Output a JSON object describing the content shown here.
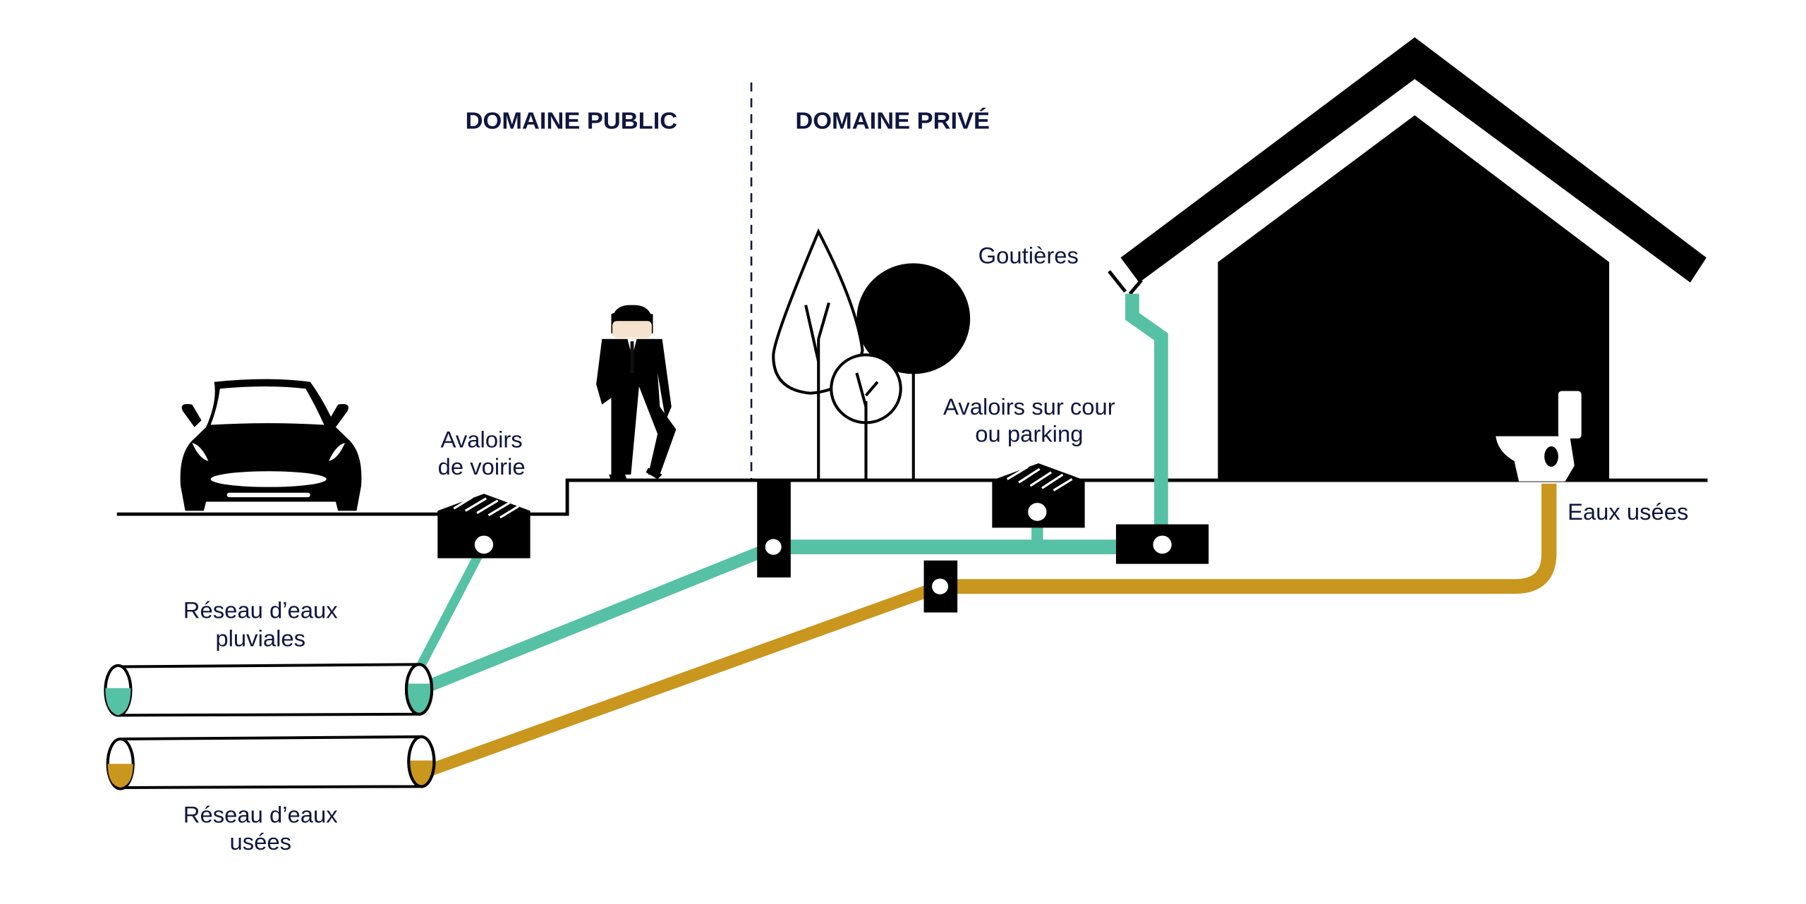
{
  "headers": {
    "public": "DOMAINE PUBLIC",
    "private": "DOMAINE PRIVÉ"
  },
  "labels": {
    "gutters": "Goutières",
    "road_drains_1": "Avaloirs",
    "road_drains_2": "de voirie",
    "yard_drains_1": "Avaloirs sur cour",
    "yard_drains_2": "ou parking",
    "wastewater": "Eaux usées",
    "storm_network_1": "Réseau d’eaux",
    "storm_network_2": "pluviales",
    "sewer_network_1": "Réseau d’eaux",
    "sewer_network_2": "usées"
  },
  "colors": {
    "stormwater": "#56c1a4",
    "wastewater": "#c9961e",
    "text": "#0f1640",
    "ink": "#000000"
  },
  "icons": [
    "car-icon",
    "person-icon",
    "tree-icon",
    "house-icon",
    "toilet-icon",
    "drain-grate-icon",
    "manhole-icon",
    "pipe-icon",
    "gutter-icon"
  ]
}
